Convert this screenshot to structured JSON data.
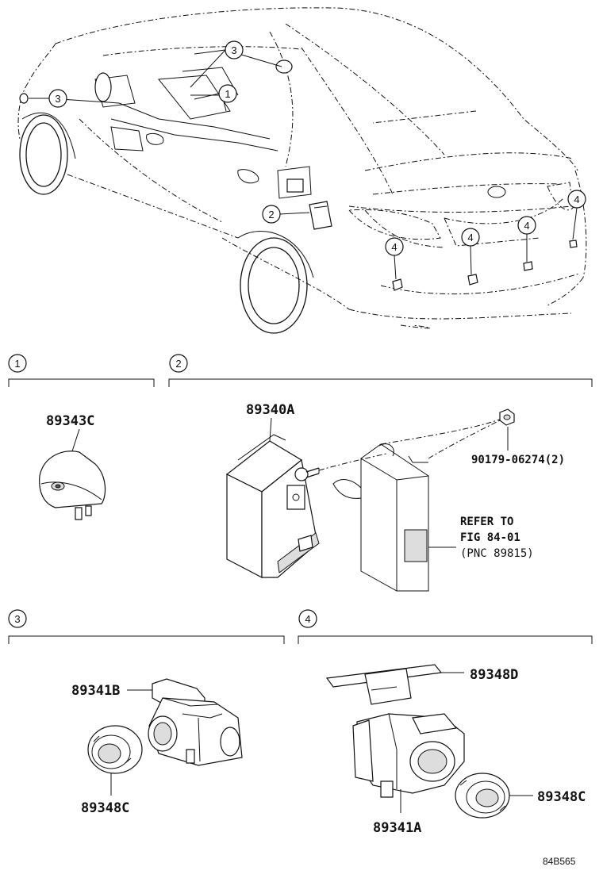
{
  "callouts": {
    "c1": "1",
    "c2": "2",
    "c3": "3",
    "c4": "4"
  },
  "sections": [
    {
      "number": "1"
    },
    {
      "number": "2"
    },
    {
      "number": "3"
    },
    {
      "number": "4"
    }
  ],
  "parts": {
    "p89343C": "89343C",
    "p89340A": "89340A",
    "p90179": "90179-06274(2)",
    "p89341B": "89341B",
    "p89348C_left": "89348C",
    "p89348D": "89348D",
    "p89341A": "89341A",
    "p89348C_right": "89348C"
  },
  "reference": {
    "line1": "REFER TO",
    "line2": "FIG 84-01",
    "line3": "(PNC 89815)"
  },
  "figure_code": "84B565"
}
